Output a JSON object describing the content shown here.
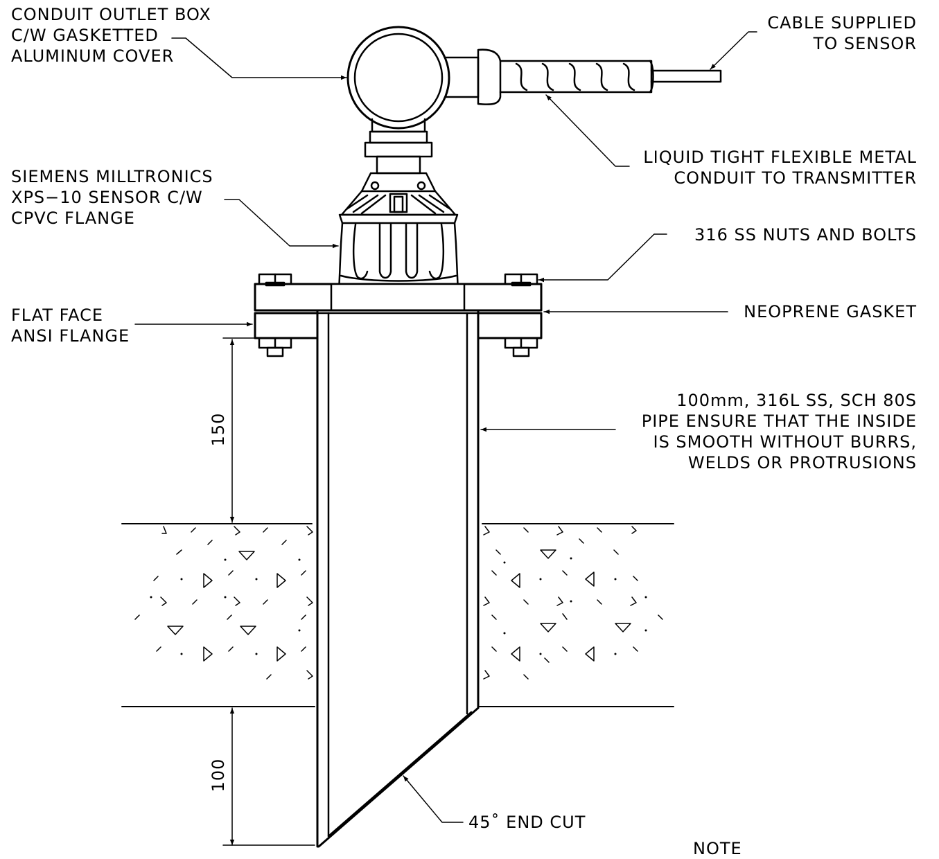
{
  "callouts": {
    "conduit_box": [
      "CONDUIT OUTLET BOX",
      "C/W GASKETTED",
      "ALUMINUM COVER"
    ],
    "cable": [
      "CABLE SUPPLIED",
      "TO SENSOR"
    ],
    "flex_conduit": [
      "LIQUID TIGHT FLEXIBLE METAL",
      "CONDUIT TO TRANSMITTER"
    ],
    "sensor": [
      "SIEMENS MILLTRONICS",
      "XPS−10 SENSOR C/W",
      "CPVC FLANGE"
    ],
    "nuts_bolts": [
      "316 SS NUTS AND BOLTS"
    ],
    "flange": [
      "FLAT FACE",
      "ANSI FLANGE"
    ],
    "gasket": [
      "NEOPRENE GASKET"
    ],
    "pipe": [
      "100mm, 316L SS, SCH 80S",
      "PIPE ENSURE THAT THE INSIDE",
      "IS SMOOTH WITHOUT BURRS,",
      "WELDS OR PROTRUSIONS"
    ],
    "end_cut": [
      "45˚ END CUT"
    ],
    "note": [
      "NOTE"
    ]
  },
  "dimensions": {
    "upper": "150",
    "lower": "100"
  }
}
